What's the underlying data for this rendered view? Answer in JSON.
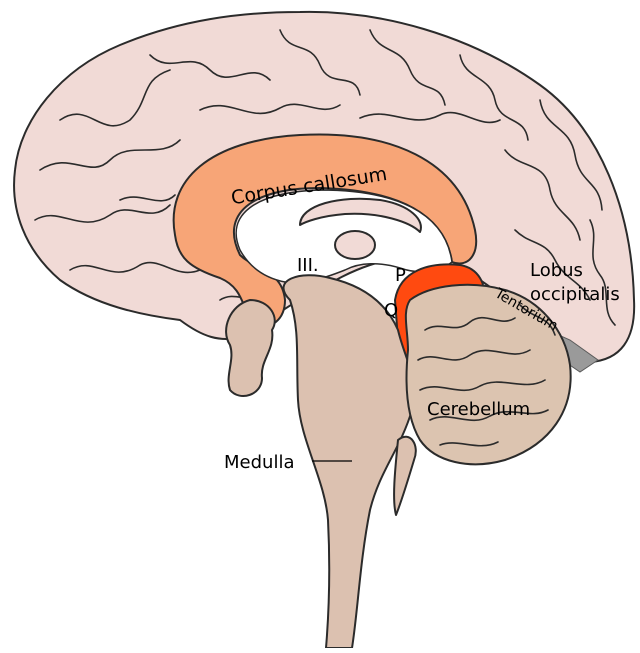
{
  "labels": {
    "corpus_callosum": "Corpus callosum",
    "third_ventricle": "III.",
    "p": "P",
    "q": "Q",
    "lobus": "Lobus",
    "occipitalis": "occipitalis",
    "tentorium": "Tentorium",
    "cerebellum": "Cerebellum",
    "medulla": "Medulla"
  },
  "colors": {
    "cortex": "#f1dad6",
    "corpus_callosum": "#f7a577",
    "tectum": "#ff4a10",
    "brainstem": "#dcc1b0",
    "cerebellum": "#dcc4b0",
    "tentorium": "#9a9a9a",
    "ventricle": "#ffffff"
  }
}
